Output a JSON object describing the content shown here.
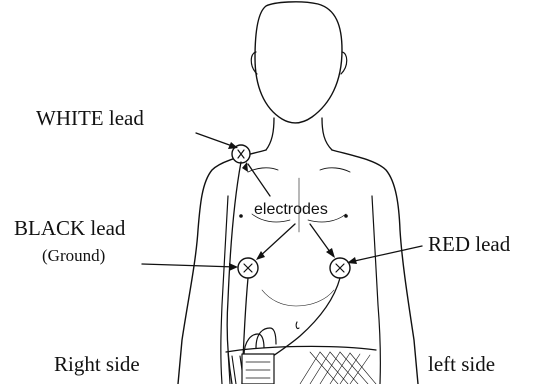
{
  "labels": {
    "white_lead": "WHITE lead",
    "black_lead": "BLACK lead",
    "ground": "(Ground)",
    "electrodes": "electrodes",
    "red_lead": "RED lead",
    "right_side": "Right side",
    "left_side": "left side"
  },
  "colors": {
    "ink": "#111111",
    "background": "#ffffff"
  }
}
